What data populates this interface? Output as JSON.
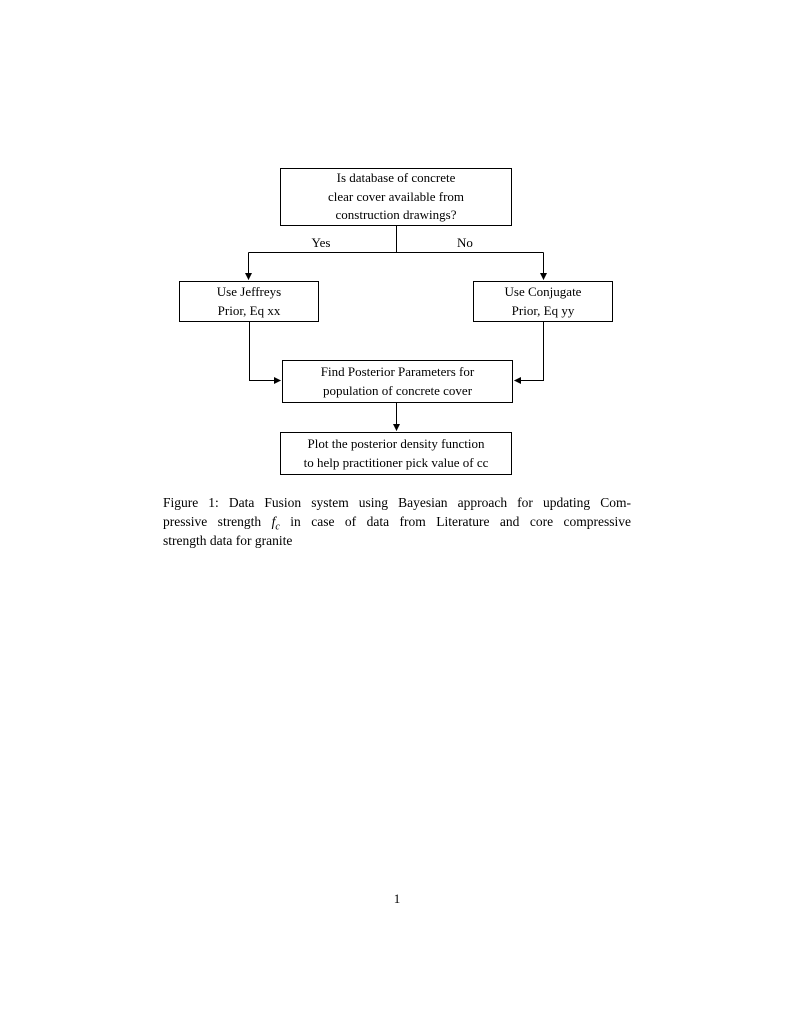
{
  "page": {
    "number": "1"
  },
  "figure": {
    "flowchart": {
      "decision": "Is database of concrete\nclear cover available from\nconstruction drawings?",
      "yes_label": "Yes",
      "no_label": "No",
      "jeffreys": "Use Jeffreys\nPrior, Eq xx",
      "conjugate": "Use Conjugate\nPrior, Eq yy",
      "posterior": "Find Posterior Parameters for\npopulation of concrete cover",
      "plot": "Plot the posterior density function\nto help practitioner pick value of cc"
    },
    "caption": {
      "line1": "Figure 1: Data Fusion system using Bayesian approach for updating Com-",
      "line2_before": "pressive strength ",
      "fc_base": "f",
      "fc_sub": "c",
      "line2_after": " in case of data from Literature and core compressive",
      "line3": "strength data for granite"
    }
  },
  "colors": {
    "text": "#000000",
    "line": "#000000",
    "background": "#ffffff"
  }
}
